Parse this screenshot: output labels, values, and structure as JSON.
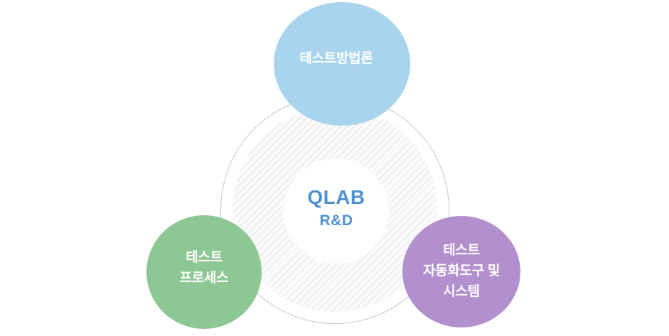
{
  "diagram": {
    "center": {
      "title": "QLAB",
      "subtitle": "R&D",
      "text_color": "#4f92d2",
      "fill": "#ffffff"
    },
    "outer_ring": {
      "stroke": "#c7c8ca",
      "fill": "#ffffff"
    },
    "hatched_disc": {
      "stripe_color": "#e3e3e7",
      "background": "#fbfbfc",
      "stripe_direction": "diagonal-up-right"
    },
    "nodes": [
      {
        "id": "test-methodology",
        "lines": [
          "테스트방법론"
        ],
        "fill": "#a8d4ed",
        "text_color": "#ffffff",
        "position": "top"
      },
      {
        "id": "test-process",
        "lines": [
          "테스트",
          "프로세스"
        ],
        "fill": "#8cc794",
        "text_color": "#ffffff",
        "position": "bottom-left"
      },
      {
        "id": "test-automation-tools-systems",
        "lines": [
          "테스트",
          "자동화도구 및",
          "시스템"
        ],
        "fill": "#b290cd",
        "text_color": "#ffffff",
        "position": "bottom-right"
      }
    ]
  }
}
